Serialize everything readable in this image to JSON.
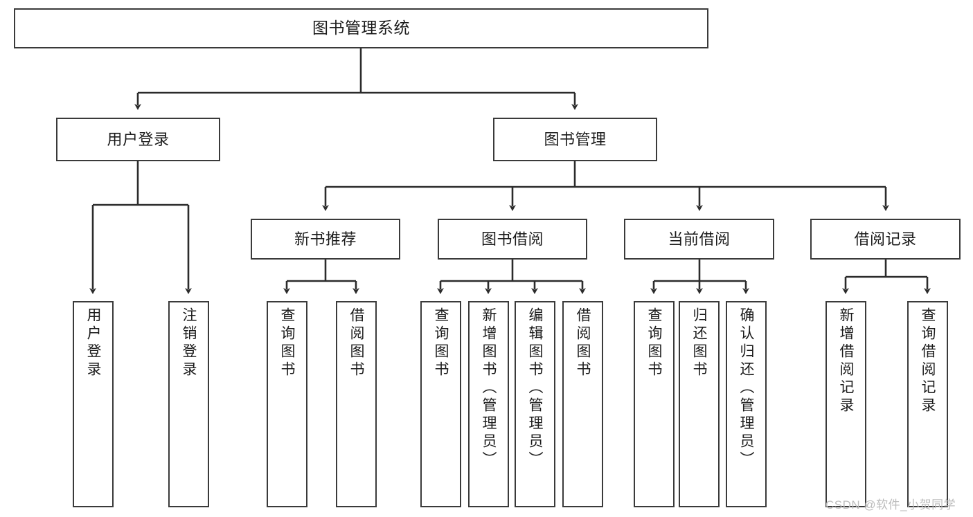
{
  "diagram": {
    "title": "图书管理系统",
    "type": "tree-hierarchy-diagram",
    "colors": {
      "box_border": "#3a3a3a",
      "box_fill": "#ffffff",
      "connector": "#2b2b2b",
      "text": "#1b1b1b",
      "watermark": "#bcbcbc"
    },
    "root": {
      "label": "图书管理系统"
    },
    "level2": [
      {
        "label": "用户登录"
      },
      {
        "label": "图书管理"
      }
    ],
    "level3": [
      {
        "label": "新书推荐"
      },
      {
        "label": "图书借阅"
      },
      {
        "label": "当前借阅"
      },
      {
        "label": "借阅记录"
      }
    ],
    "leaves": {
      "user_login": [
        {
          "label": "用户登录"
        },
        {
          "label": "注销登录"
        }
      ],
      "new_book_recommend": [
        {
          "label": "查询图书"
        },
        {
          "label": "借阅图书"
        }
      ],
      "book_borrow": [
        {
          "label": "查询图书"
        },
        {
          "label": "新增图书（管理员）"
        },
        {
          "label": "编辑图书（管理员）"
        },
        {
          "label": "借阅图书"
        }
      ],
      "current_borrow": [
        {
          "label": "查询图书"
        },
        {
          "label": "归还图书"
        },
        {
          "label": "确认归还（管理员）"
        }
      ],
      "borrow_record": [
        {
          "label": "新增借阅记录"
        },
        {
          "label": "查询借阅记录"
        }
      ]
    }
  },
  "watermark": {
    "text": "CSDN @软件_小贺同学"
  }
}
